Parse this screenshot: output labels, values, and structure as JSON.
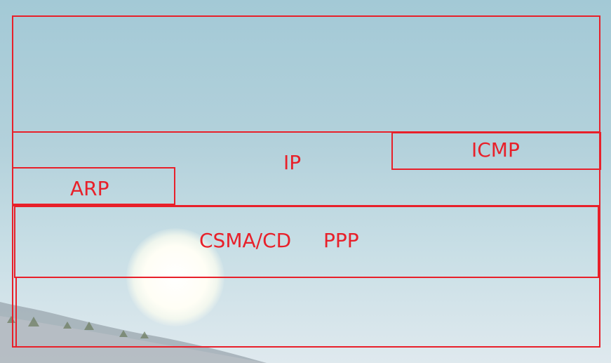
{
  "diagram": {
    "stroke_color": "#e8202a",
    "layers": {
      "top": {
        "label": ""
      },
      "network": {
        "label": "IP"
      },
      "icmp": {
        "label": "ICMP"
      },
      "arp": {
        "label": "ARP"
      },
      "link": {
        "labels": [
          "CSMA/CD",
          "PPP"
        ]
      },
      "bottom": {
        "label": ""
      }
    }
  },
  "background": {
    "sky_color": "#b3d1db",
    "sun_color": "#fffef5",
    "icons": [
      "sun-icon",
      "hill-landscape"
    ]
  }
}
